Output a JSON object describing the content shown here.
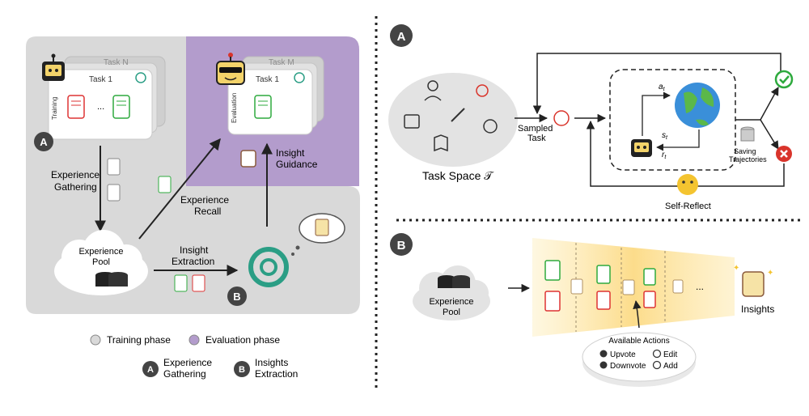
{
  "left_panel": {
    "task_back": "Task N",
    "task_front": "Task 1",
    "training_label": "Training",
    "ellipsis": "...",
    "eval_task_back": "Task M",
    "eval_task_front": "Task 1",
    "evaluation_label": "Evaluation",
    "badge_a": "A",
    "badge_b": "B",
    "experience_gathering_1": "Experience",
    "experience_gathering_2": "Gathering",
    "experience_recall_1": "Experience",
    "experience_recall_2": "Recall",
    "insight_guidance_1": "Insight",
    "insight_guidance_2": "Guidance",
    "insight_extraction_1": "Insight",
    "insight_extraction_2": "Extraction",
    "pool_1": "Experience",
    "pool_2": "Pool",
    "legend": {
      "training": "Training phase",
      "evaluation": "Evaluation phase",
      "a_line1": "Experience",
      "a_line2": "Gathering",
      "b_line1": "Insights",
      "b_line2": "Extraction"
    },
    "colors": {
      "gray_panel": "#d9d9d9",
      "purple_panel": "#b39ccc"
    }
  },
  "right_panel": {
    "badge_a": "A",
    "badge_b": "B",
    "task_space": "Task Space 𝒯",
    "sampled_task_1": "Sampled",
    "sampled_task_2": "Task",
    "a_t": "a",
    "a_t_sub": "t",
    "s_t": "s",
    "s_t_sub": "t",
    "r_t": "r",
    "r_t_sub": "t",
    "saving_1": "Saving",
    "saving_2": "Trajectories",
    "self_reflect": "Self-Reflect",
    "pool_1": "Experience",
    "pool_2": "Pool",
    "insights": "Insights",
    "ellipsis": "...",
    "actions_title": "Available Actions",
    "upvote": "Upvote",
    "edit": "Edit",
    "downvote": "Downvote",
    "add": "Add",
    "colors": {
      "success": "#2eaa3e",
      "fail": "#d9342b",
      "gold": "#f4c430"
    }
  }
}
